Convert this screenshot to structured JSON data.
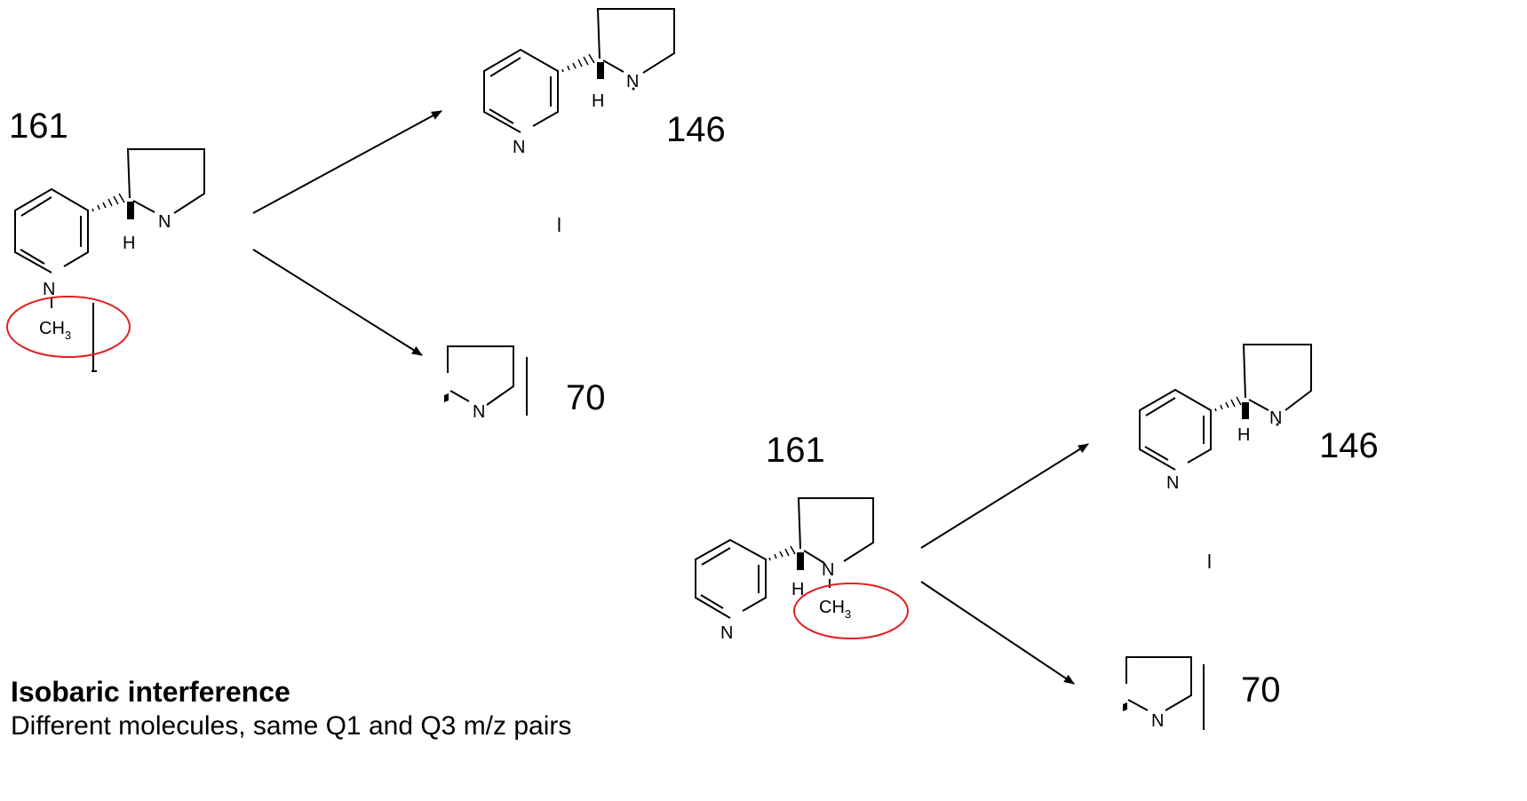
{
  "labels": {
    "precursor_1": "161",
    "fragment_1a": "146",
    "fragment_1b": "70",
    "precursor_2": "161",
    "fragment_2a": "146",
    "fragment_2b": "70"
  },
  "atoms": {
    "nitrogen": "N",
    "hydrogen": "H",
    "methyl_main": "CH",
    "methyl_sub": "3",
    "tick_mark": "l"
  },
  "caption": {
    "title": "Isobaric interference",
    "text": "Different molecules, same Q1 and Q3 m/z pairs"
  },
  "colors": {
    "line": "#000000",
    "highlight": "#e02020"
  }
}
